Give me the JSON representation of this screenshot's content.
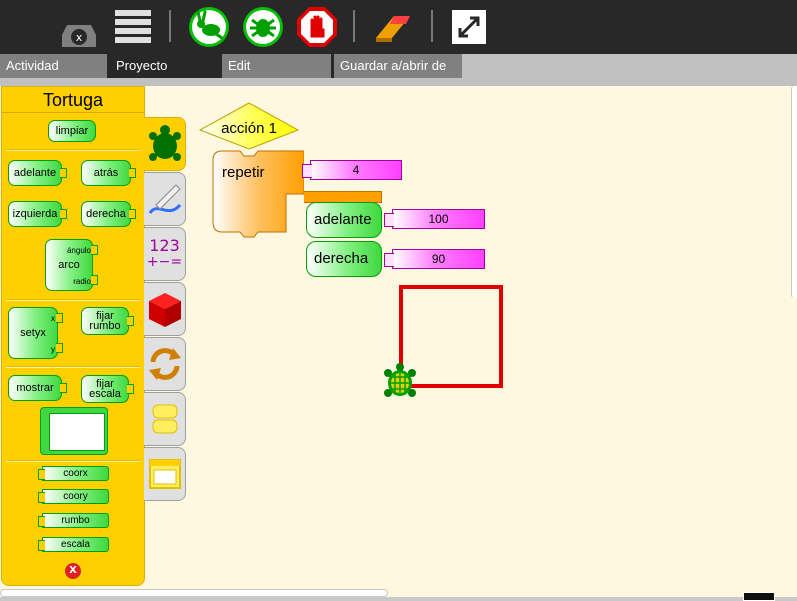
{
  "toolbar": {
    "buttons": [
      {
        "name": "stop-activity",
        "glyph": "x"
      },
      {
        "name": "main-toolbar",
        "glyph": ""
      },
      {
        "name": "run-fast",
        "glyph": ""
      },
      {
        "name": "run-step",
        "glyph": ""
      },
      {
        "name": "stop",
        "glyph": ""
      },
      {
        "name": "clean",
        "glyph": ""
      },
      {
        "name": "fullscreen",
        "glyph": ""
      }
    ]
  },
  "tabs": [
    "Actividad",
    "Proyecto",
    "Edit",
    "Guardar a/abrir de"
  ],
  "palette": {
    "title": "Tortuga",
    "blocks": {
      "clean": "limpiar",
      "forward": "adelante",
      "back": "atrás",
      "left": "izquierda",
      "right": "derecha",
      "arc": "arco",
      "arc_angle": "ángulo",
      "arc_radius": "radio",
      "setxy": "setyx",
      "setxy_x": "x",
      "setxy_y": "y",
      "seth": "fijar\nrumbo",
      "show": "mostrar",
      "setscale": "fijar\nescala",
      "xcor": "coorx",
      "ycor": "coory",
      "heading": "rumbo",
      "scale": "escala"
    },
    "close_label": "X"
  },
  "categories": [
    "turtle",
    "pen",
    "numbers",
    "flow",
    "blocks",
    "sensors",
    "media"
  ],
  "categories_text": {
    "numbers_top": "123",
    "numbers_bottom": "+−="
  },
  "program": {
    "action_label": "acción 1",
    "repeat_label": "repetir",
    "repeat_count": "4",
    "cmd1_label": "adelante",
    "cmd1_value": "100",
    "cmd2_label": "derecha",
    "cmd2_value": "90"
  },
  "colors": {
    "toolbar_bg": "#282828",
    "canvas_bg": "#fff8e0",
    "palette_bg": "#ffd000",
    "turtle_block": "#40d840",
    "number_block": "#ff40ff",
    "flow_block": "#ffb000",
    "pen_line": "#e00000"
  }
}
